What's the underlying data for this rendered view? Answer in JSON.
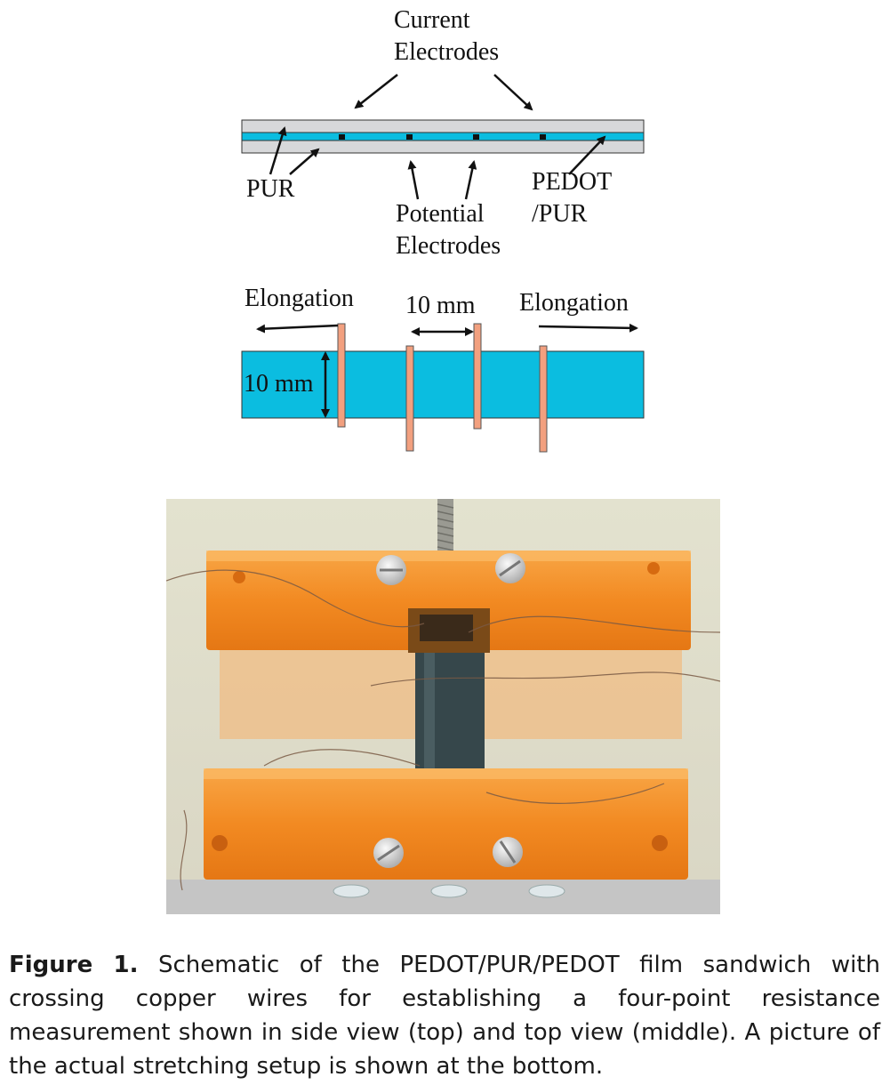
{
  "side_view": {
    "current_electrodes": [
      "Current",
      "Electrodes"
    ],
    "pur": "PUR",
    "potential_electrodes": [
      "Potential",
      "Electrodes"
    ],
    "pedot_pur": [
      "PEDOT",
      "/PUR"
    ]
  },
  "top_view": {
    "elongation_left": "Elongation",
    "elongation_right": "Elongation",
    "spacing": "10 mm",
    "width": "10 mm"
  },
  "colors": {
    "film_blue": "#0bbde0",
    "pur_gray": "#d7d8da",
    "wire_copper": "#f2a07f",
    "acrylic_orange": "#f28a22"
  },
  "caption": {
    "label": "Figure 1.",
    "text": " Schematic of the PEDOT/PUR/PEDOT film sandwich with crossing copper wires for establishing a four-point resistance measurement shown in side view (top) and top view (middle). A picture of the actual stretching setup is shown at the bottom."
  }
}
